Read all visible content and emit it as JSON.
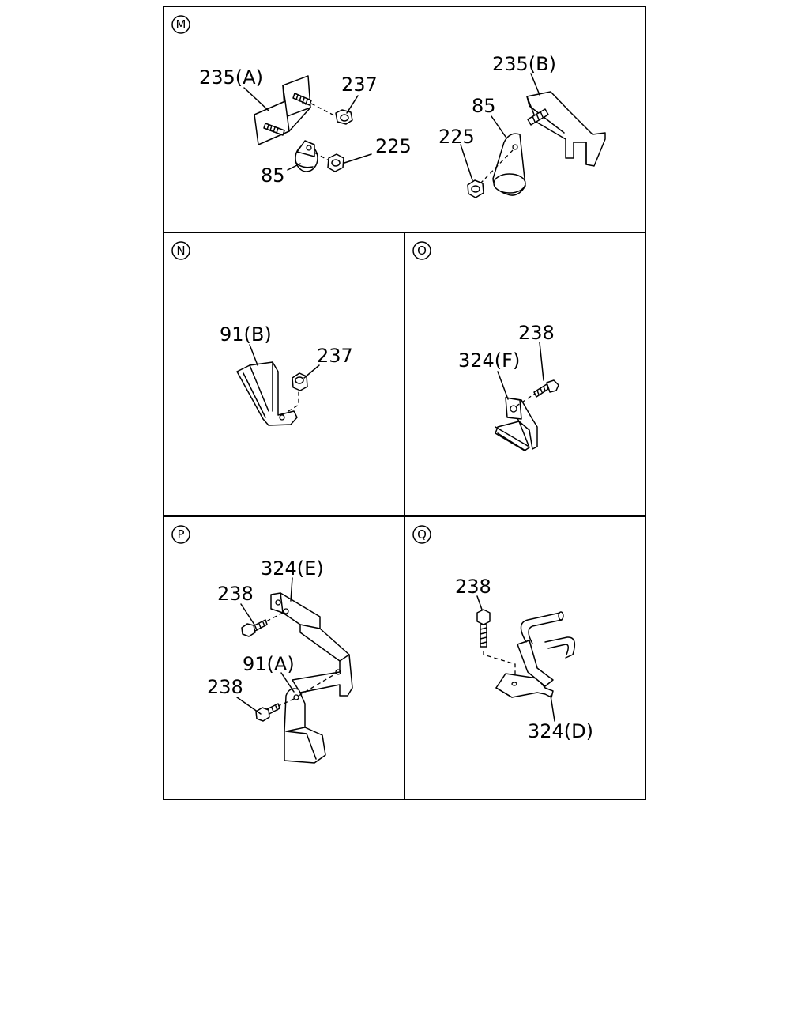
{
  "panels": {
    "m": {
      "marker": "M",
      "labels": {
        "bracket_a": "235(A)",
        "nut": "237",
        "flange_nut": "225",
        "clip": "85"
      },
      "labels_right": {
        "bracket_b": "235(B)",
        "clip": "85",
        "flange_nut": "225"
      }
    },
    "n": {
      "marker": "N",
      "labels": {
        "bracket": "91(B)",
        "nut": "237"
      }
    },
    "o": {
      "marker": "O",
      "labels": {
        "bolt": "238",
        "bracket": "324(F)"
      }
    },
    "p": {
      "marker": "P",
      "labels": {
        "bracket_e": "324(E)",
        "bolt_top": "238",
        "bracket_a": "91(A)",
        "bolt_bottom": "238"
      }
    },
    "q": {
      "marker": "Q",
      "labels": {
        "bolt": "238",
        "bracket": "324(D)"
      }
    }
  }
}
